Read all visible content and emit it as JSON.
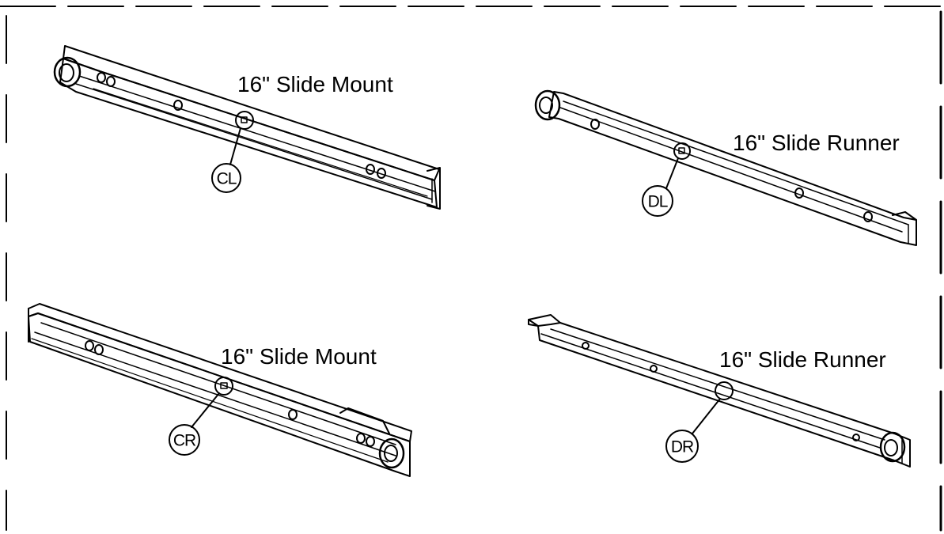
{
  "parts": [
    {
      "id": "part-cl",
      "title": "16\" Slide Mount",
      "callout": "CL"
    },
    {
      "id": "part-dl",
      "title": "16\" Slide Runner",
      "callout": "DL"
    },
    {
      "id": "part-cr",
      "title": "16\" Slide Mount",
      "callout": "CR"
    },
    {
      "id": "part-dr",
      "title": "16\" Slide Runner",
      "callout": "DR"
    }
  ]
}
